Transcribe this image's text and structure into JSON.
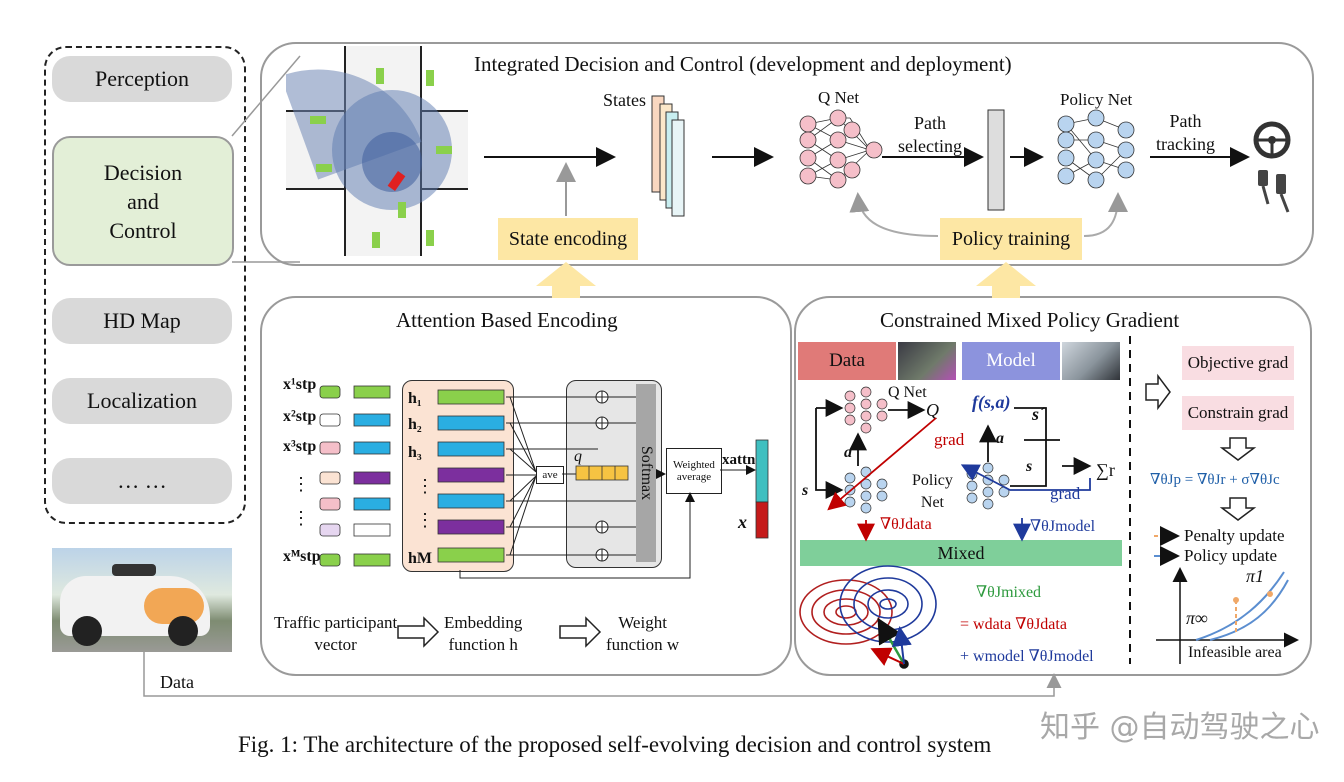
{
  "left_column": {
    "items": [
      "Perception",
      "Decision\nand\nControl",
      "HD Map",
      "Localization",
      "… …"
    ],
    "data_label": "Data"
  },
  "top_panel": {
    "title": "Integrated Decision and Control (development and deployment)",
    "states": "States",
    "qnet": "Q Net",
    "path_selecting": "Path\nselecting",
    "policy_net": "Policy Net",
    "path_tracking": "Path\ntracking",
    "state_encoding": "State encoding",
    "policy_training": "Policy training"
  },
  "attention_panel": {
    "title": "Attention Based Encoding",
    "inputs": [
      "x¹stp",
      "x²stp",
      "x³stp",
      "⋮",
      "⋮",
      "xᴹstp"
    ],
    "h_labels": [
      "h₁",
      "h₂",
      "h₃",
      "⋮",
      "⋮",
      "hM"
    ],
    "ave": "ave",
    "q": "q",
    "softmax": "Softmax",
    "weighted_average": "Weighted\naverage",
    "x_attn": "xattn",
    "x": "x",
    "legend": [
      "Traffic participant\nvector",
      "Embedding\nfunction h",
      "Weight\nfunction w"
    ]
  },
  "cmpg_panel": {
    "title": "Constrained Mixed Policy Gradient",
    "data_tab": "Data",
    "model_tab": "Model",
    "q_net": "Q Net",
    "q": "Q",
    "grad_red": "grad",
    "a": "a",
    "s": "s",
    "policy_net": "Policy\nNet",
    "f_sa": "f(s,a)",
    "s_prime": "s´",
    "a2": "a",
    "s2": "s",
    "sum_r": "∑r",
    "grad_blue": "grad",
    "grad_data": "∇θJdata",
    "grad_model": "∇θJmodel",
    "mixed": "Mixed",
    "mixed_eq1": "∇θJmixed",
    "mixed_eq2": "= wdata ∇θJdata",
    "mixed_eq3": "+ wmodel ∇θJmodel",
    "objective_grad": "Objective grad",
    "constrain_grad": "Constrain grad",
    "gp_eq": "∇θJp = ∇θJr + σ∇θJc",
    "penalty_update": "Penalty update",
    "policy_update": "Policy update",
    "pi1": "π1",
    "pi_inf": "π∞",
    "infeasible": "Infeasible area"
  },
  "caption": "Fig. 1: The architecture of the proposed self-evolving decision and control system",
  "watermark": "知乎 @自动驾驶之心",
  "colors": {
    "panel_border": "#9a9a9a",
    "pill_grey": "#d9d9d9",
    "decision_green": "#e3efd7",
    "yellow": "#fde7a4",
    "net_pink": "#f5bfc9",
    "net_blue": "#b9d4ef",
    "mixed_green": "#7fcf9a",
    "data_red": "#e07a78",
    "model_blue": "#8c93dd"
  }
}
